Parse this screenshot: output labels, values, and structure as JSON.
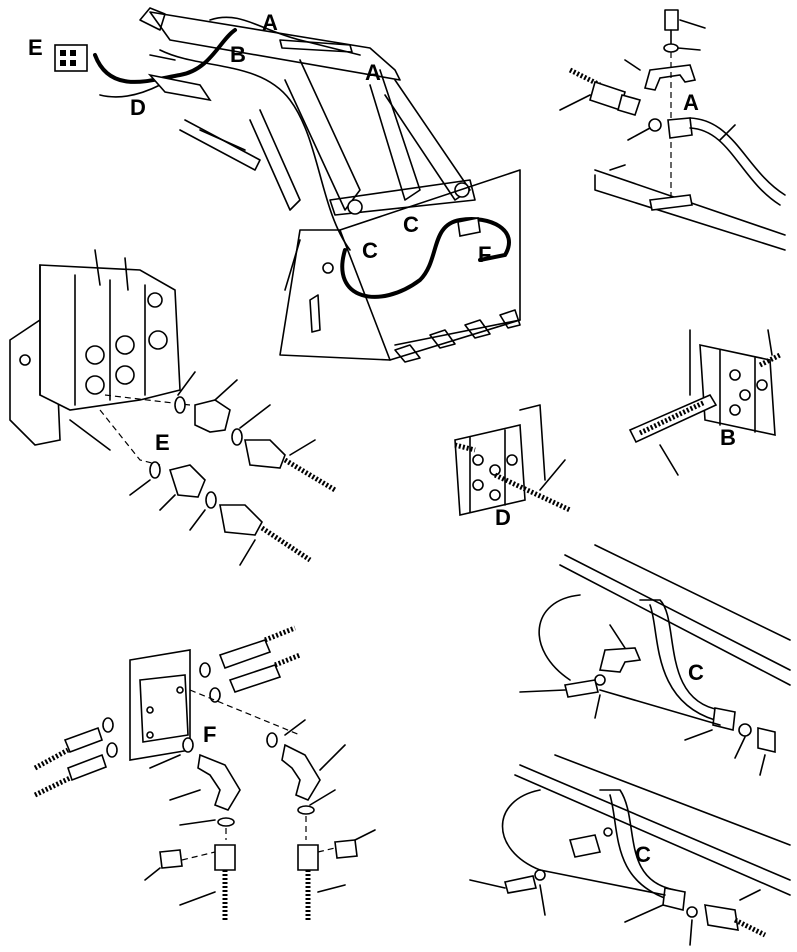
{
  "labels": {
    "A": "A",
    "B": "B",
    "C": "C",
    "D": "D",
    "E": "E",
    "F": "F"
  }
}
